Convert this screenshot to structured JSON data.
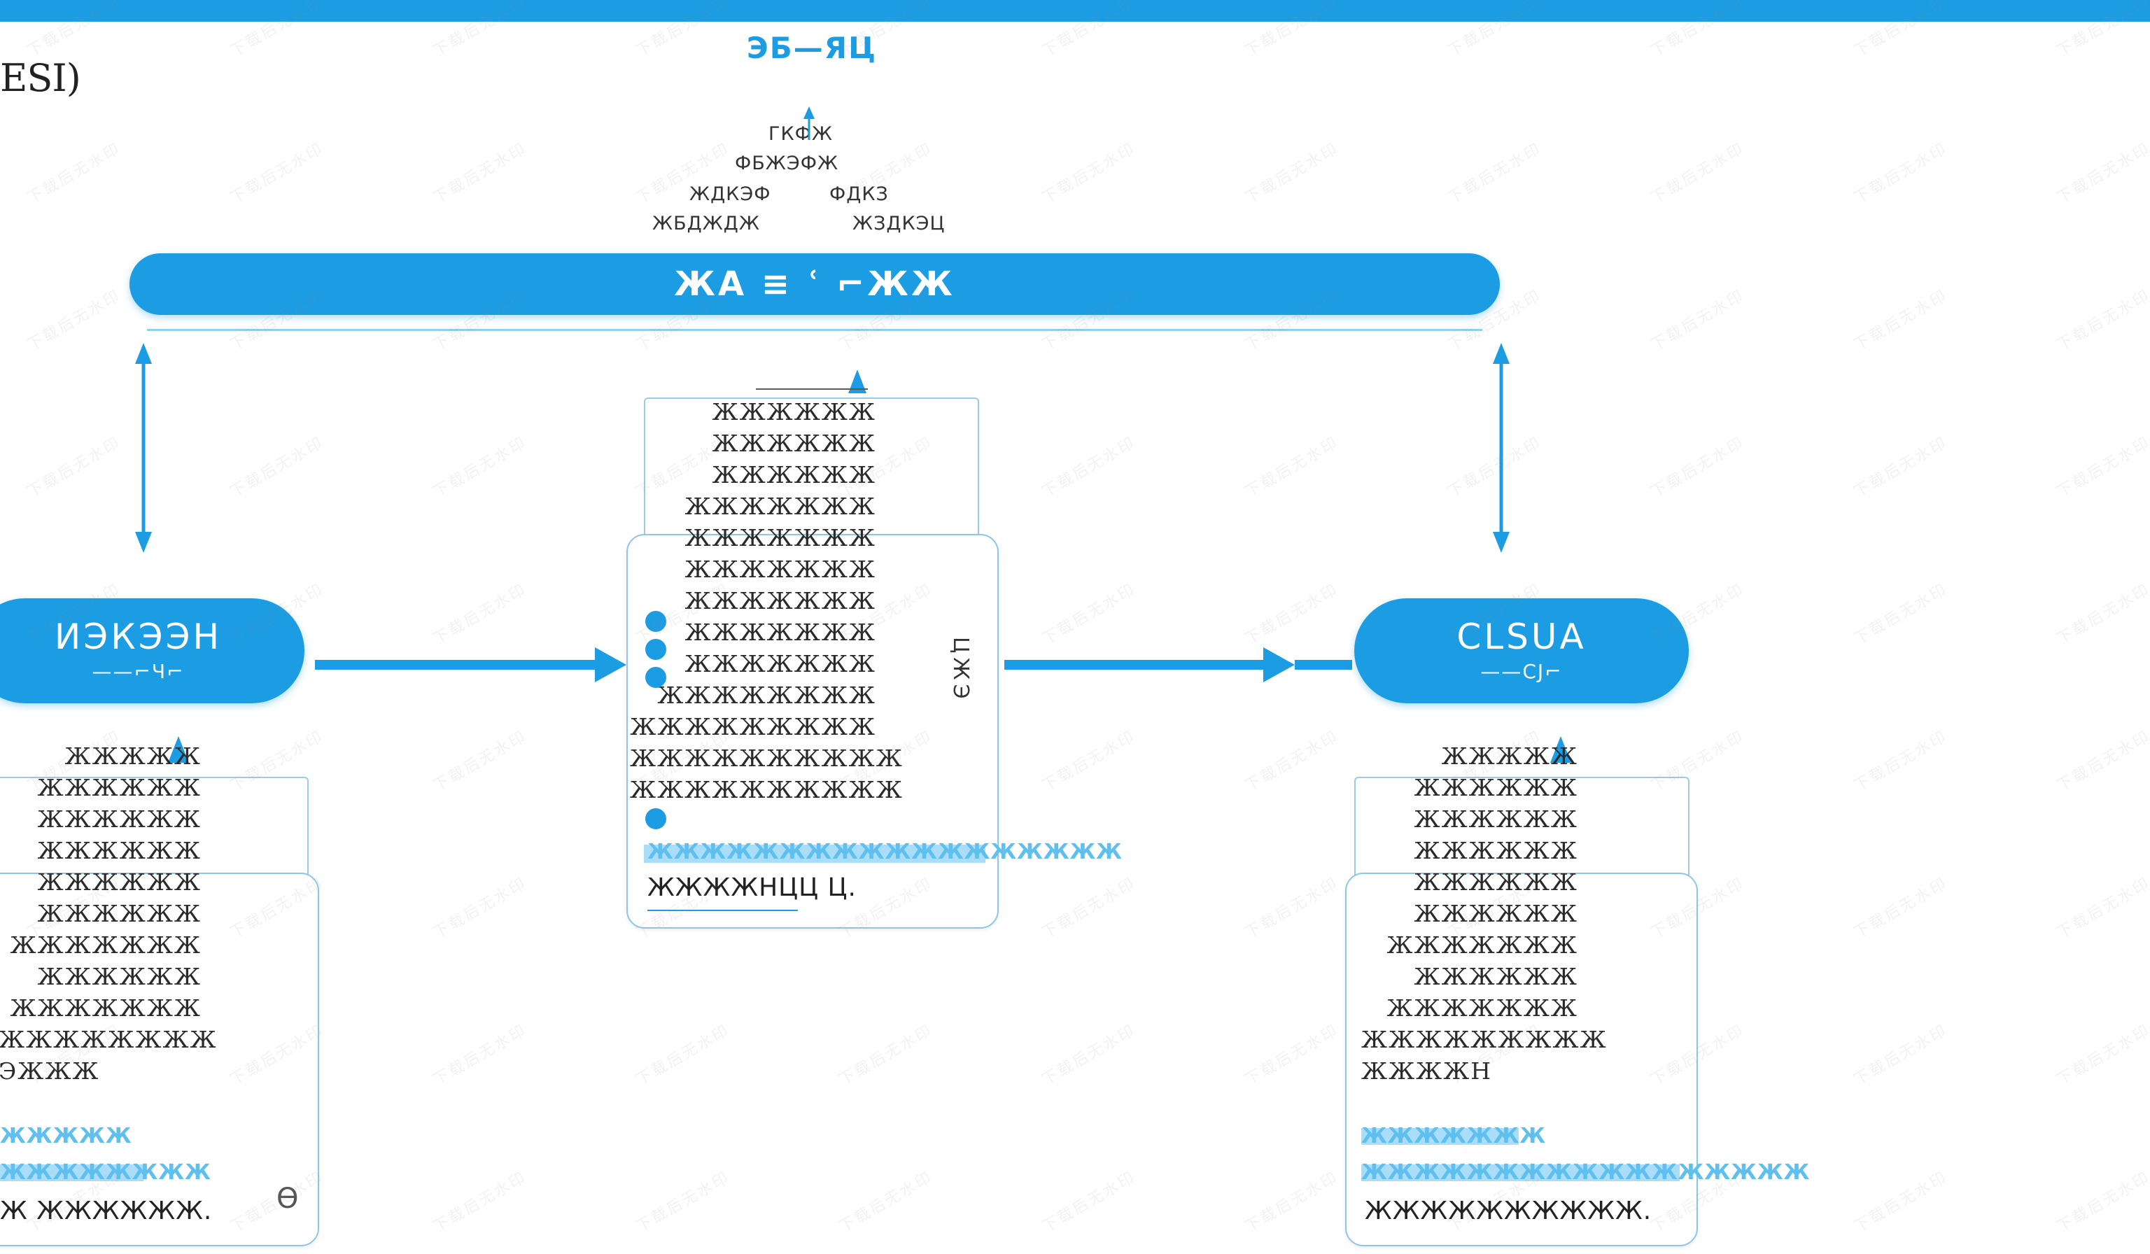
{
  "colors": {
    "accent": "#1c9ce3",
    "light_accent": "#a9ddf8",
    "highlight_text": "#5fc0f0",
    "card_border": "#8ec6ea"
  },
  "corner_label": "ESI)",
  "title": "ЭБ—ЯЦ",
  "top_notes": {
    "lines": [
      "ГКФЖ",
      "ФБЖЭФЖ",
      "ЖДКЭФ",
      "ФДКЗ",
      "ЖБДЖДЖ",
      "ЖЗДКЭЦ"
    ]
  },
  "main_pill": {
    "label": "ЖА ≡ ʿ ⌐ЖЖ"
  },
  "left_node": {
    "label": "ИЭКЭЭН",
    "sublabel": "——⌐Ч⌐"
  },
  "right_node": {
    "label": "CLSUA",
    "sublabel": "——CJ⌐"
  },
  "left_card": {
    "lines": [
      "ЖЖЖЖЖ",
      "ЖЖЖЖЖЖ",
      "ЖЖЖЖЖЖ",
      "ЖЖЖЖЖЖ",
      "ЖЖЖЖЖЖ",
      "ЖЖЖЖЖЖ",
      "ЖЖЖЖЖЖЖ",
      "ЖЖЖЖЖЖ",
      "ЖЖЖЖЖЖЖ",
      "ЖЖЖЖЖЖЖЖ",
      "ЭЖЖЖ"
    ],
    "highlight1": "ЖЖЖЖЖ",
    "highlight2": "ЖЖЖЖЖЖЖЖ",
    "bottom": "Ж ЖЖЖЖЖЖ.",
    "icon_text": "Ө"
  },
  "center_card": {
    "lines": [
      "ЖЖЖЖЖЖ",
      "ЖЖЖЖЖЖ",
      "ЖЖЖЖЖЖ",
      "ЖЖЖЖЖЖЖ",
      "ЖЖЖЖЖЖЖ",
      "ЖЖЖЖЖЖЖ",
      "ЖЖЖЖЖЖЖ",
      "ЖЖЖЖЖЖЖ",
      "ЖЖЖЖЖЖЖ",
      "ЖЖЖЖЖЖЖЖ",
      "ЖЖЖЖЖЖЖЖЖ",
      "ЖЖЖЖЖЖЖЖЖЖ",
      "ЖЖЖЖЖЖЖЖЖЖ"
    ],
    "side_text": "ЦЖЭ",
    "highlight": "ЖЖЖЖЖЖЖЖЖЖЖЖЖЖЖЖЖЖ",
    "bottom": "ЖЖЖЖНЦЦ Ц."
  },
  "right_card": {
    "lines": [
      "ЖЖЖЖЖ",
      "ЖЖЖЖЖЖ",
      "ЖЖЖЖЖЖ",
      "ЖЖЖЖЖЖ",
      "ЖЖЖЖЖЖ",
      "ЖЖЖЖЖЖ",
      "ЖЖЖЖЖЖЖ",
      "ЖЖЖЖЖЖ",
      "ЖЖЖЖЖЖЖ",
      "ЖЖЖЖЖЖЖЖЖ",
      "ЖЖЖЖН"
    ],
    "highlight1": "ЖЖЖЖЖЖЖ",
    "highlight2": "ЖЖЖЖЖЖЖЖЖЖЖЖЖЖЖЖЖ",
    "bottom": "ЖЖЖЖЖЖЖЖЖЖ."
  },
  "watermark": "下载后无水印"
}
